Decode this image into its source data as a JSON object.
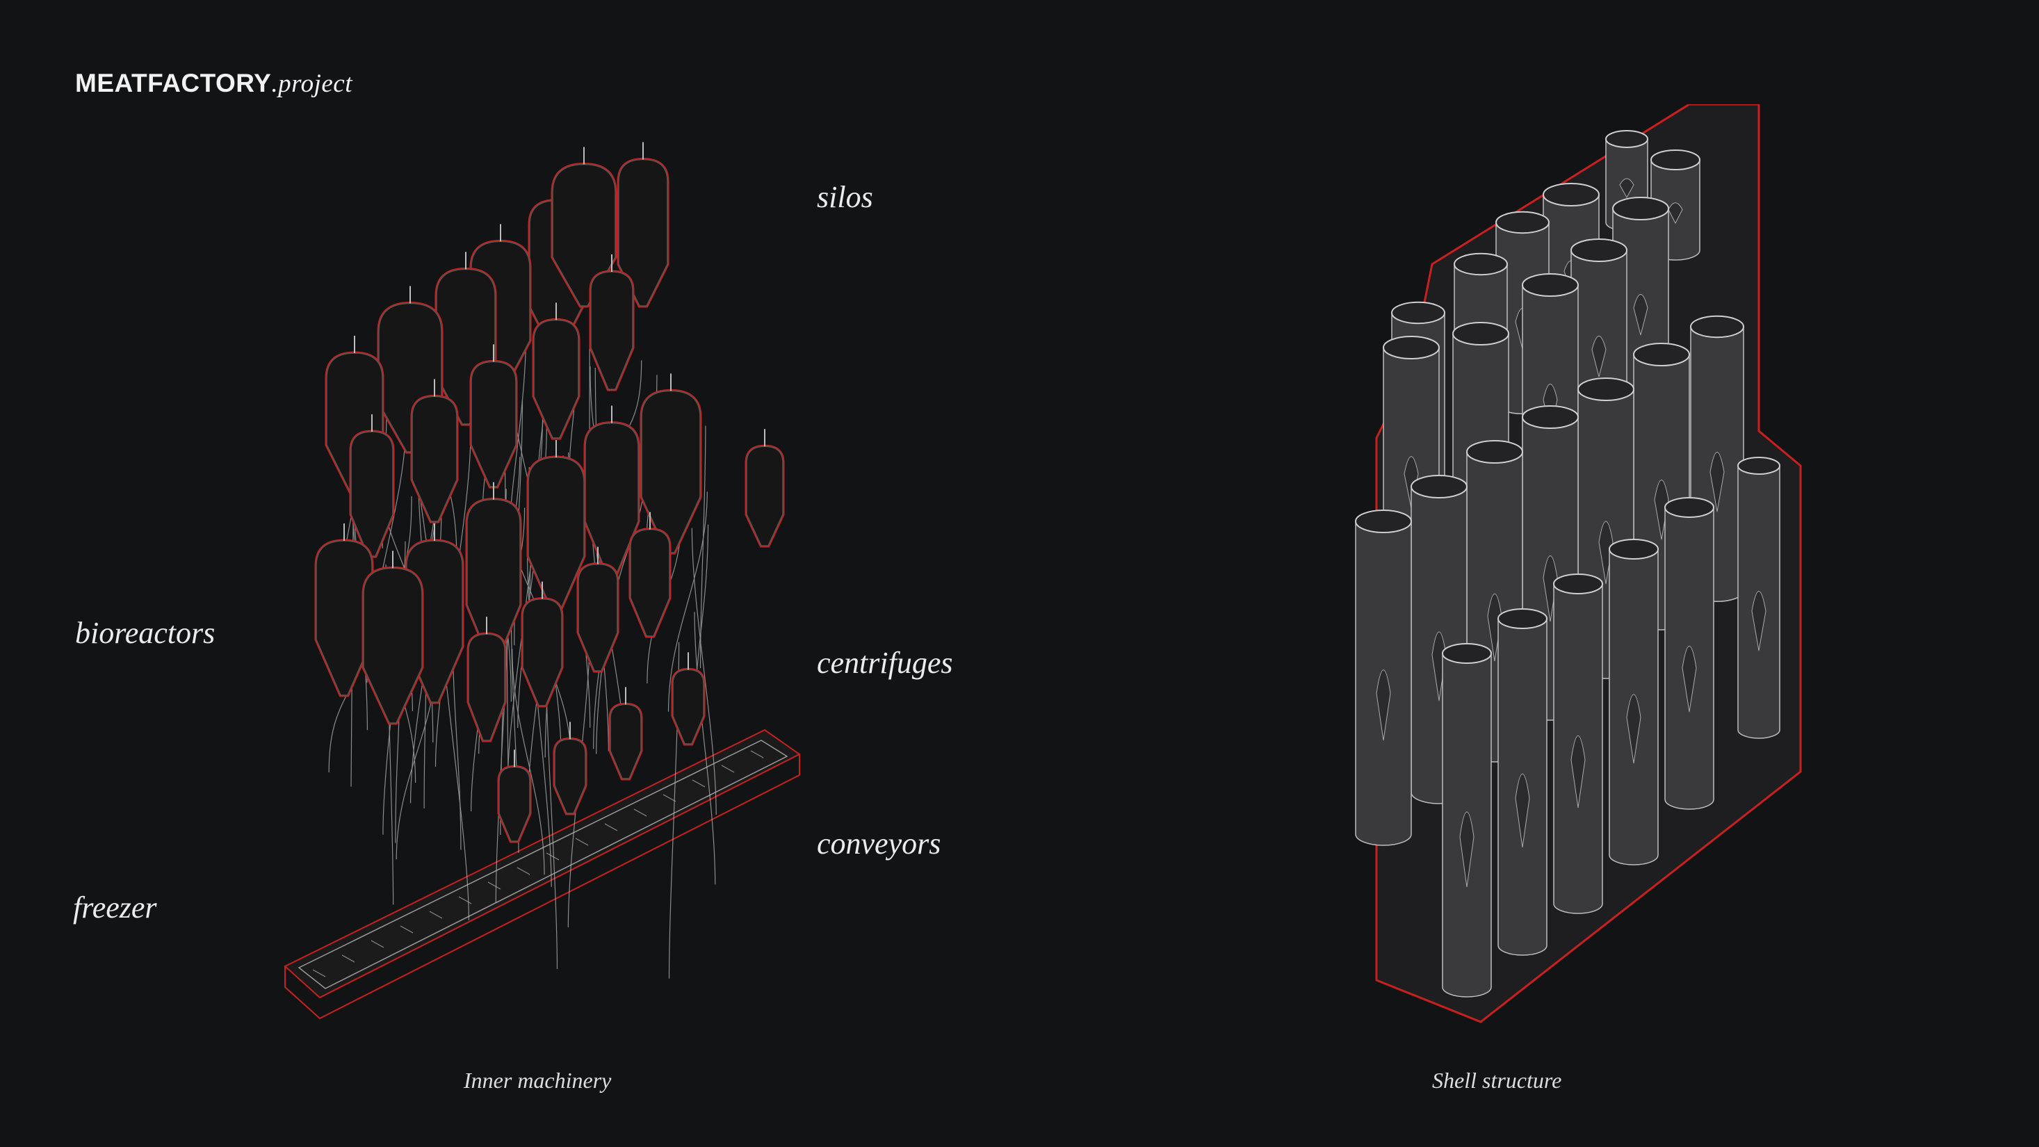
{
  "header": {
    "brand": "MEATFACTORY",
    "brand_suffix": ".project"
  },
  "labels": {
    "silos": "silos",
    "bioreactors": "bioreactors",
    "centrifuges": "centrifuges",
    "conveyors": "conveyors",
    "freezer": "freezer"
  },
  "captions": {
    "left": "Inner machinery",
    "right": "Shell structure"
  },
  "colors": {
    "background": "#121315",
    "outline": "#c8201e",
    "vessel": "#161616",
    "line": "#bdbdbd",
    "shell": "#3a3a3d"
  }
}
